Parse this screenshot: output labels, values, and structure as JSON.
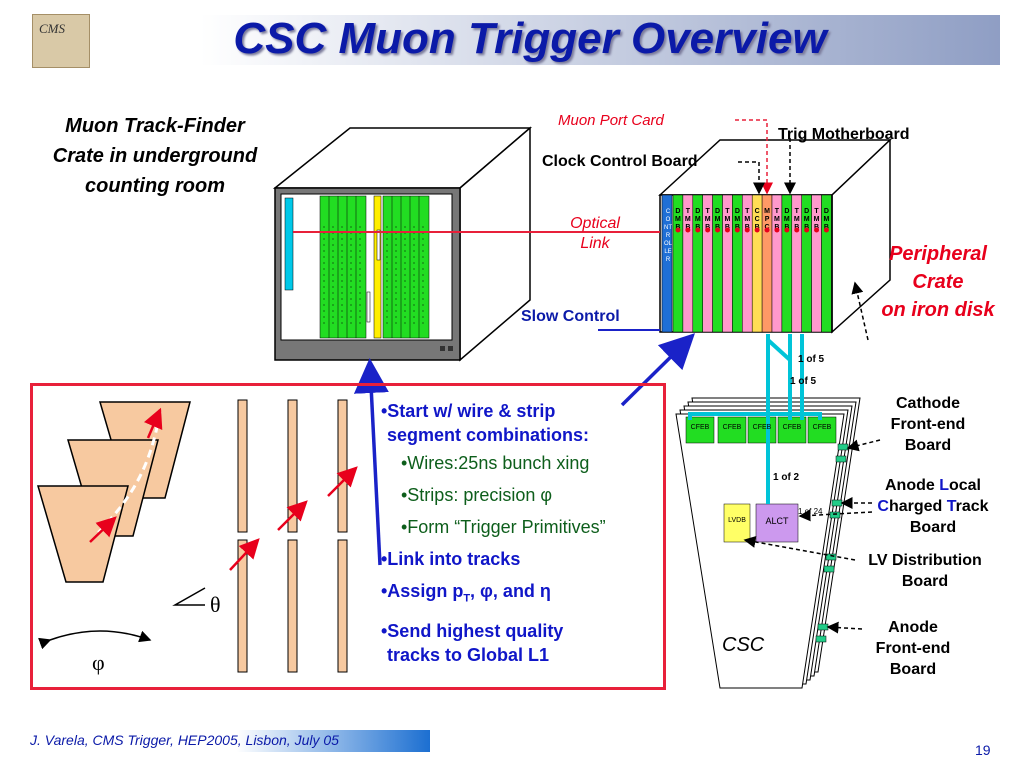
{
  "title": "CSC Muon Trigger Overview",
  "logo_text": "CMS",
  "muon_tf_crate_label": [
    "Muon Track-Finder",
    "Crate in underground",
    "counting room"
  ],
  "muon_port_card": "Muon Port Card",
  "trig_motherboard": "Trig Motherboard",
  "clock_control_board": "Clock Control Board",
  "optical_link": [
    "Optical",
    "Link"
  ],
  "slow_control": "Slow Control",
  "peripheral_crate_label": [
    "Peripheral",
    "Crate",
    "on iron disk"
  ],
  "controller_letters": "CONTROLLER",
  "peripheral_slot_labels": [
    "D M B",
    "T M B",
    "D M B",
    "T M B",
    "D M B",
    "T M B",
    "D M B",
    "T M B",
    "C C B",
    "M P C",
    "T M B",
    "D M B",
    "T M B",
    "D M B",
    "T M B",
    "D M B"
  ],
  "one_of_five_a": "1 of 5",
  "one_of_five_b": "1 of 5",
  "one_of_two": "1 of 2",
  "one_of_24": "1 of 24",
  "cfeb_labels": [
    "CFEB",
    "CFEB",
    "CFEB",
    "CFEB",
    "CFEB"
  ],
  "lvdb": "LVDB",
  "alct": "ALCT",
  "csc": "CSC",
  "cathode_feb": [
    "Cathode",
    "Front-end",
    "Board"
  ],
  "alct_label": {
    "line1_prefix": "Anode ",
    "line1_hl": "L",
    "line1_rest": "ocal",
    "line2_hl1": "C",
    "line2_mid": "harged ",
    "line2_hl2": "T",
    "line2_rest": "rack",
    "line3": "Board"
  },
  "lv_dist": [
    "LV Distribution",
    "Board"
  ],
  "anode_feb": [
    "Anode",
    "Front-end",
    "Board"
  ],
  "theta": "θ",
  "phi": "φ",
  "bullets": {
    "b1": [
      "•Start w/ wire & strip",
      "segment combinations:"
    ],
    "s1": "•Wires:25ns bunch xing",
    "s2": "•Strips: precision φ",
    "s3": "•Form “Trigger Primitives”",
    "b2": "•Link into tracks",
    "b3_prefix": "•Assign p",
    "b3_sub": "T",
    "b3_suffix": ", φ, and η",
    "b4": [
      "•Send highest quality",
      "tracks to Global L1"
    ]
  },
  "footer": "J. Varela, CMS Trigger, HEP2005, Lisbon, July 05",
  "page_number": "19",
  "colors": {
    "title": "#0b1aa8",
    "red": "#e8001c",
    "slot_green": "#22dd22",
    "slot_pink": "#ff99cc",
    "cyan": "#00c4d8",
    "frame_red": "#e8203a"
  }
}
